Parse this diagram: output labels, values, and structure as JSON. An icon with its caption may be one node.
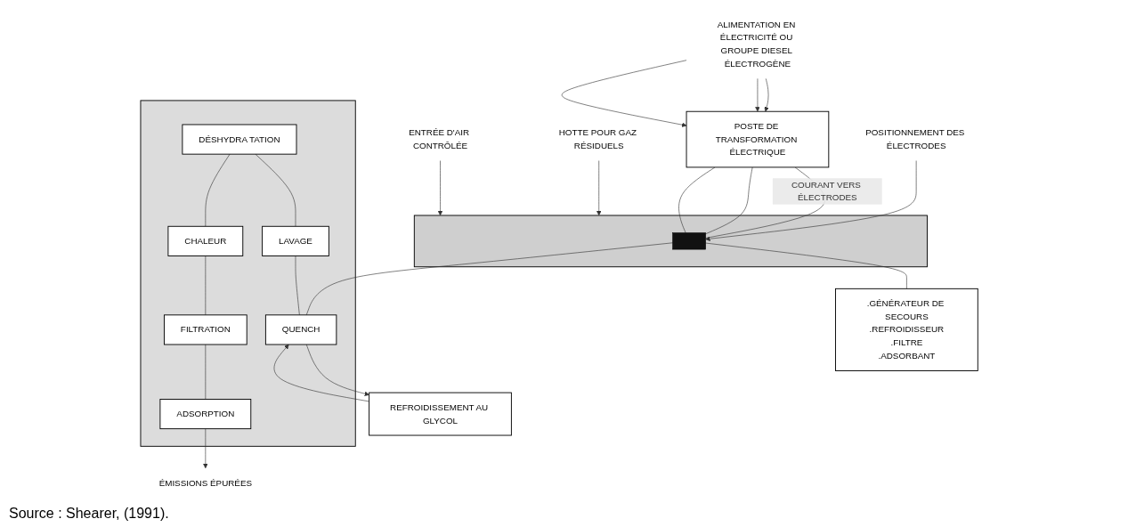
{
  "diagram": {
    "caption": "Source : Shearer, (1991).",
    "nodes": [
      {
        "text": [
          "HOTTE POUR GAZ RÉSIDUELS"
        ]
      },
      {
        "text": [
          "ENTRÉE D'AIR CONTRÔLÉE"
        ]
      },
      {
        "text": [],
        "shape": "hexagon"
      },
      {
        "text": [],
        "shape": "box",
        "in": 2
      },
      {
        "text": [
          "POSITIONNEMENT DES ÉLECTRODES"
        ]
      },
      {
        "text": [
          ".GÉNÉRATEUR DE SECOURS",
          ".REFROIDISSEUR",
          ".FILTRE",
          ".ADSORBANT"
        ]
      },
      {
        "text": [
          "POSTE DE TRANSFORMATION ÉLECTRIQUE"
        ]
      },
      {
        "text": [
          "ALIMENTATION EN ÉLECTRICITÉ OU GROUPE DIESEL ÉLECTROGÈNE"
        ]
      },
      {
        "text": [],
        "shape": "box"
      },
      {
        "text": [
          "DÉSHYDRA TATION"
        ],
        "in": 8
      },
      {
        "text": [
          "LAVAGE"
        ],
        "in": 8
      },
      {
        "text": [
          "QUENCH"
        ],
        "in": 8
      },
      {
        "text": [
          "CHALEUR"
        ],
        "in": 8
      },
      {
        "text": [
          "FILTRATION"
        ],
        "in": 8
      },
      {
        "text": [
          "ADSORPTION"
        ],
        "in": 8
      },
      {
        "text": [
          "REFROIDISSEMENT AU GLYCOL"
        ]
      },
      {
        "text": [
          "ÉMISSIONS ÉPURÉES"
        ]
      }
    ],
    "edges": [
      {
        "from": 0,
        "to": 2,
        "arrow": "to"
      },
      {
        "from": 1,
        "to": 2,
        "arrow": "to"
      },
      {
        "from": 4,
        "to": 3,
        "arrow": "to"
      },
      {
        "from": 6,
        "to": 3,
        "arrow": "none",
        "label": "COURANT VERS ÉLECTRODES"
      },
      {
        "from": 6,
        "to": 3,
        "arrow": "none"
      },
      {
        "from": 6,
        "to": 3,
        "arrow": "none"
      },
      {
        "from": 3,
        "to": 5,
        "arrow": "none"
      },
      {
        "from": 3,
        "to": 11,
        "arrow": "none"
      },
      {
        "from": 7,
        "to": 6,
        "arrow": "to"
      },
      {
        "from": 7,
        "to": 6,
        "arrow": "to"
      },
      {
        "from": 7,
        "to": 6,
        "arrow": "to"
      },
      {
        "from": 9,
        "to": 10,
        "arrow": "none"
      },
      {
        "from": 10,
        "to": 11,
        "arrow": "none"
      },
      {
        "from": 9,
        "to": 12,
        "arrow": "none"
      },
      {
        "from": 12,
        "to": 13,
        "arrow": "none"
      },
      {
        "from": 13,
        "to": 14,
        "arrow": "none"
      },
      {
        "from": 15,
        "to": 11,
        "arrow": "to"
      },
      {
        "from": 11,
        "to": 15,
        "arrow": "to"
      },
      {
        "from": 14,
        "to": 16,
        "arrow": "to"
      }
    ]
  }
}
